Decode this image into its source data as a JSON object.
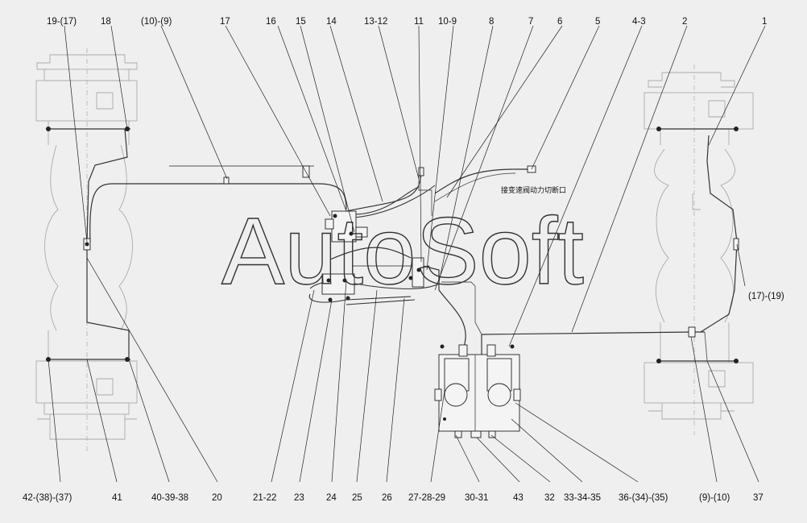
{
  "watermark": "AutoSoft",
  "note": "接变速阀动力切断口",
  "labels_top": [
    "19-(17)",
    "18",
    "(10)-(9)",
    "17",
    "16",
    "15",
    "14",
    "13-12",
    "11",
    "10-9",
    "8",
    "7",
    "6",
    "5",
    "4-3",
    "2",
    "1"
  ],
  "labels_bottom": [
    "42-(38)-(37)",
    "41",
    "40-39-38",
    "20",
    "21-22",
    "23",
    "24",
    "25",
    "26",
    "27-28-29",
    "30-31",
    "43",
    "32",
    "33-34-35",
    "36-(34)-(35)",
    "(9)-(10)",
    "37"
  ],
  "label_side": "(17)-(19)"
}
